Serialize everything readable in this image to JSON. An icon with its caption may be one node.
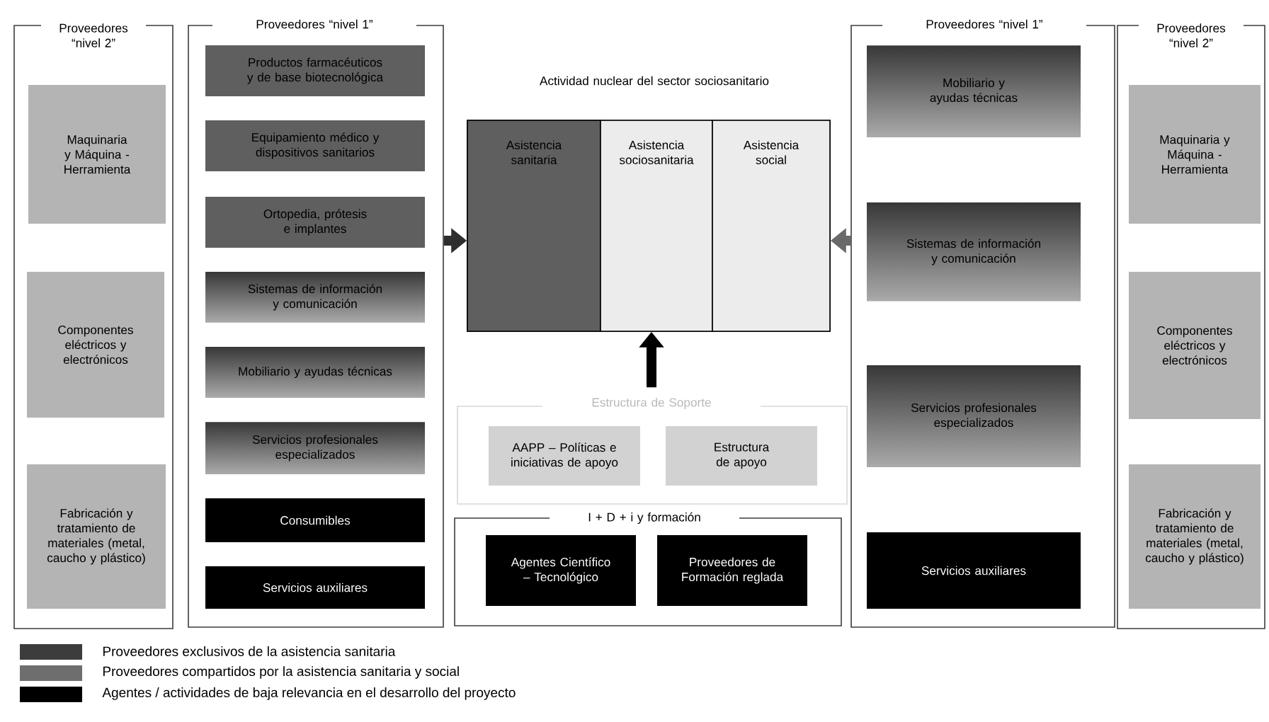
{
  "diagram": {
    "nodes": [
      {
        "text": [
          "Proveedores “nivel 2”"
        ]
      },
      {
        "text": [
          "Maquinaria y Máquina - Herramienta"
        ],
        "in": 0
      },
      {
        "text": [
          "Componentes eléctricos y electrónicos"
        ],
        "in": 0
      },
      {
        "text": [
          "Fabricación y tratamiento de materiales (metal, caucho y plástico)"
        ],
        "in": 0
      },
      {
        "text": [
          "Proveedores “nivel 1”"
        ]
      },
      {
        "text": [
          "Productos farmacéuticos y de base biotecnológica"
        ],
        "in": 4
      },
      {
        "text": [
          "Equipamiento médico y dispositivos sanitarios"
        ],
        "in": 4
      },
      {
        "text": [
          "Ortopedia, prótesis e implantes"
        ],
        "in": 4
      },
      {
        "text": [
          "Sistemas de información y comunicación"
        ],
        "in": 4
      },
      {
        "text": [
          "Mobiliario y ayudas técnicas"
        ],
        "in": 4
      },
      {
        "text": [
          "Servicios profesionales especializados"
        ],
        "in": 4
      },
      {
        "text": [
          "Consumibles"
        ],
        "in": 4
      },
      {
        "text": [
          "Servicios auxiliares"
        ],
        "in": 4
      },
      {
        "text": [
          "Actividad nuclear del sector sociosanitario"
        ]
      },
      {
        "text": [
          "Asistencia sanitaria"
        ],
        "in": 13
      },
      {
        "text": [
          "Asistencia sociosanitaria"
        ],
        "in": 13
      },
      {
        "text": [
          "Asistencia social"
        ],
        "in": 13
      },
      {
        "text": [
          "Estructura de Soporte"
        ]
      },
      {
        "text": [
          "AAPP – Políticas e iniciativas de apoyo"
        ],
        "in": 17
      },
      {
        "text": [
          "Estructura de apoyo"
        ],
        "in": 17
      },
      {
        "text": [
          "I + D + i y formación"
        ]
      },
      {
        "text": [
          "Agentes Científico – Tecnológico"
        ],
        "in": 20
      },
      {
        "text": [
          "Proveedores de Formación reglada"
        ],
        "in": 20
      },
      {
        "text": [
          "Proveedores “nivel 1”"
        ]
      },
      {
        "text": [
          "Mobiliario y ayudas técnicas"
        ],
        "in": 23
      },
      {
        "text": [
          "Sistemas de información y comunicación"
        ],
        "in": 23
      },
      {
        "text": [
          "Servicios profesionales especializados"
        ],
        "in": 23
      },
      {
        "text": [
          "Servicios auxiliares"
        ],
        "in": 23
      },
      {
        "text": [
          "Proveedores “nivel 2”"
        ]
      },
      {
        "text": [
          "Maquinaria y Máquina - Herramienta"
        ],
        "in": 28
      },
      {
        "text": [
          "Componentes eléctricos y electrónicos"
        ],
        "in": 28
      },
      {
        "text": [
          "Fabricación y tratamiento de materiales (metal, caucho y plástico)"
        ],
        "in": 28
      }
    ],
    "edges": [
      {
        "from": 4,
        "to": 14,
        "arrow": "to"
      },
      {
        "from": 23,
        "to": 16,
        "arrow": "to",
        "color": "#6a6a6a"
      },
      {
        "from": 17,
        "to": 13,
        "arrow": "to",
        "color": "#000000"
      }
    ],
    "legend": [
      {
        "text": "Proveedores exclusivos de la asistencia sanitaria",
        "color": "#3c3c3c"
      },
      {
        "text": "Proveedores compartidos por la asistencia sanitaria y social",
        "color": "#6e6e6e"
      },
      {
        "text": "Agentes / actividades de baja relevancia en el desarrollo del proyecto",
        "color": "#000000"
      }
    ]
  }
}
